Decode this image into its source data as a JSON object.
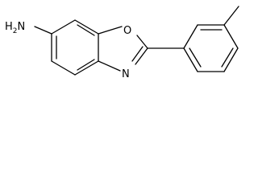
{
  "molecule": {
    "amine_label": "H",
    "amine_subscript": "2",
    "amine_atom": "N",
    "oxygen_label": "O",
    "nitrogen_label": "N"
  }
}
